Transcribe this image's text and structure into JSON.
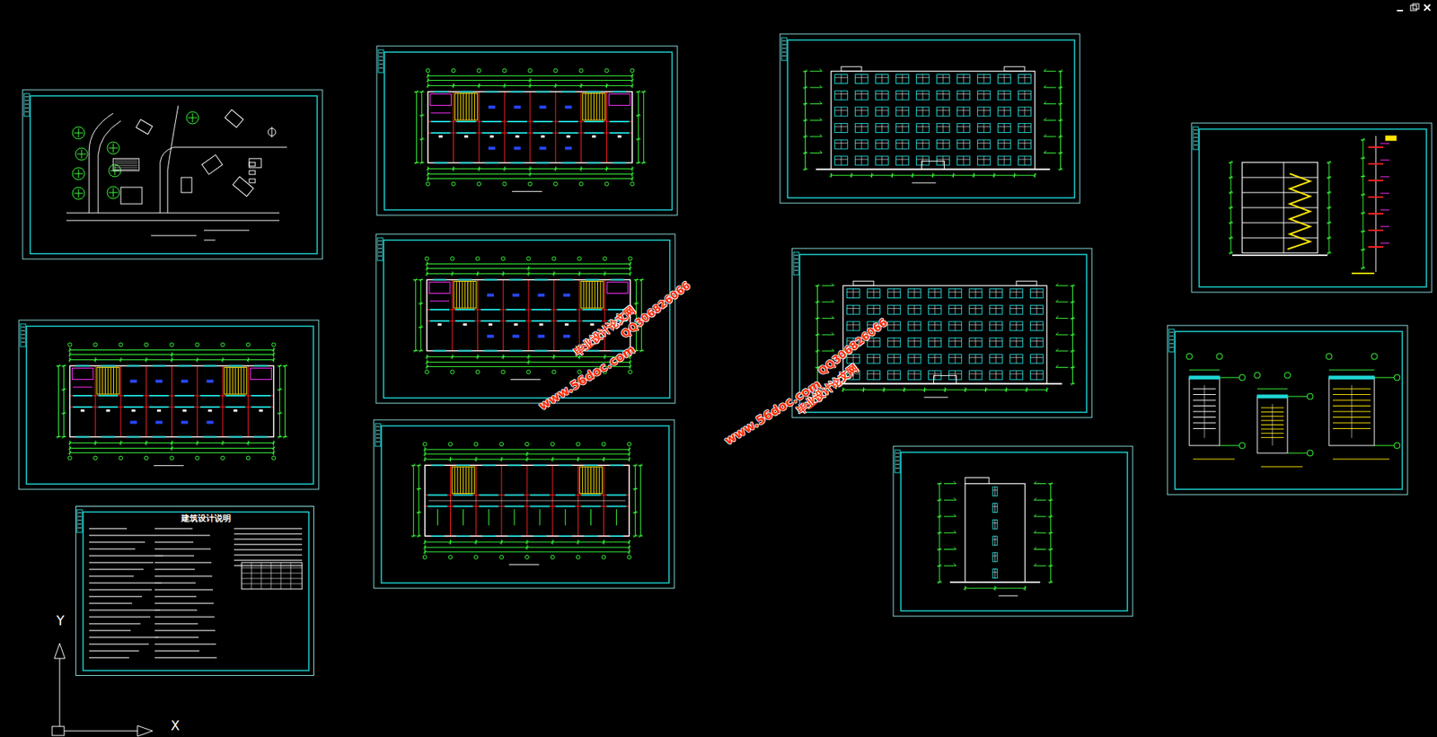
{
  "diagram": {
    "nodes": [
      {
        "text": [
          "建筑设计说明"
        ]
      }
    ],
    "labels": [
      "www.56doc.com",
      "毕业设计论文网",
      "QQ306826066",
      "www.56doc.com",
      "毕业设计论文网",
      "QQ306826066",
      "Y",
      "X"
    ]
  }
}
